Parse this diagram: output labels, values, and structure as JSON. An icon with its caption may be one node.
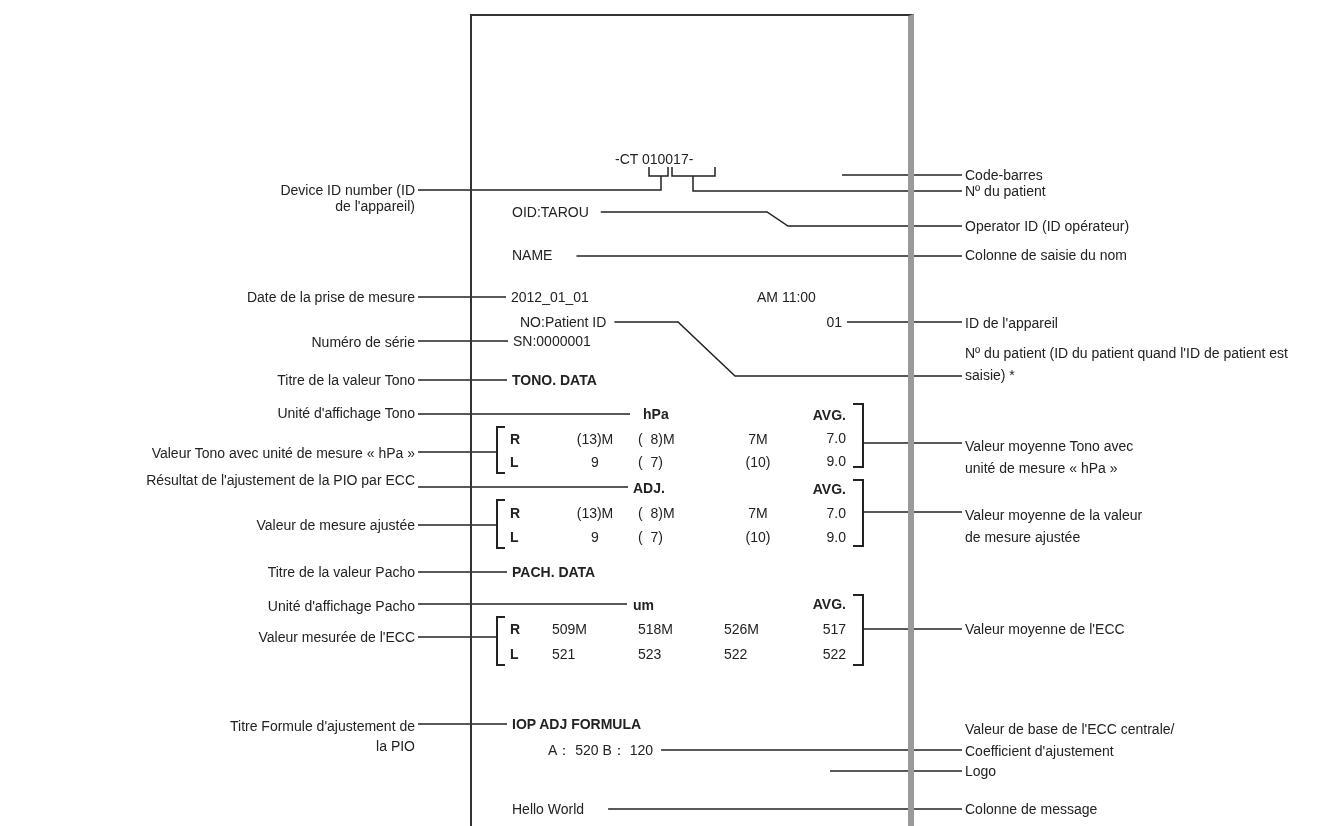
{
  "diagram": {
    "nodes": [
      {
        "text": [],
        "shape": "box"
      },
      {
        "text": [
          "-CT 010017-"
        ],
        "in": 0
      },
      {
        "text": [
          "OID:TAROU"
        ],
        "in": 0
      },
      {
        "text": [
          "NAME"
        ],
        "in": 0
      },
      {
        "text": [
          "2012_01_01"
        ],
        "in": 0
      },
      {
        "text": [
          "NO:Patient ID"
        ],
        "in": 0
      },
      {
        "text": [
          "01"
        ],
        "in": 0
      },
      {
        "text": [
          "SN:0000001"
        ],
        "in": 0
      },
      {
        "text": [
          "TONO. DATA"
        ],
        "in": 0
      },
      {
        "text": [
          "hPa"
        ],
        "in": 0
      },
      {
        "text": [
          "R",
          "(13)M",
          "(  8)M",
          "7M",
          "L",
          "9",
          "(  7)",
          "(10)"
        ],
        "in": 0
      },
      {
        "text": [
          "AVG.",
          "7.0",
          "9.0"
        ],
        "in": 0
      },
      {
        "text": [
          "ADJ."
        ],
        "in": 0
      },
      {
        "text": [
          "R",
          "(13)M",
          "(  8)M",
          "7M",
          "L",
          "9",
          "(  7)",
          "(10)"
        ],
        "in": 0
      },
      {
        "text": [
          "AVG.",
          "7.0",
          "9.0"
        ],
        "in": 0
      },
      {
        "text": [
          "PACH. DATA"
        ],
        "in": 0
      },
      {
        "text": [
          "um"
        ],
        "in": 0
      },
      {
        "text": [
          "R",
          "509M",
          "518M",
          "526M",
          "L",
          "521",
          "523",
          "522"
        ],
        "in": 0
      },
      {
        "text": [
          "AVG.",
          "517",
          "522"
        ],
        "in": 0
      },
      {
        "text": [
          "IOP ADJ FORMULA"
        ],
        "in": 0
      },
      {
        "text": [
          "A： 520 B： 120"
        ],
        "in": 0
      },
      {
        "text": [
          "Hello World"
        ],
        "in": 0
      },
      {
        "text": [
          "Code-barres"
        ]
      },
      {
        "text": [
          "Device ID number (ID de l'appareil)"
        ]
      },
      {
        "text": [
          "Nº du patient"
        ]
      },
      {
        "text": [
          "Operator ID (ID opérateur)"
        ]
      },
      {
        "text": [
          "Colonne de saisie du nom"
        ]
      },
      {
        "text": [
          "Date de la prise de mesure"
        ]
      },
      {
        "text": [
          "ID de l'appareil"
        ]
      },
      {
        "text": [
          "Numéro de série"
        ]
      },
      {
        "text": [
          "Nº du patient (ID du patient quand l'ID de patient est saisie) *"
        ]
      },
      {
        "text": [
          "Titre de la valeur Tono"
        ]
      },
      {
        "text": [
          "Unité d'affichage Tono"
        ]
      },
      {
        "text": [
          "Valeur Tono avec unité de mesure « hPa »"
        ]
      },
      {
        "text": [
          "Valeur moyenne Tono avec unité de mesure « hPa »"
        ]
      },
      {
        "text": [
          "Résultat de l'ajustement de la PIO par ECC"
        ]
      },
      {
        "text": [
          "Valeur de mesure ajustée"
        ]
      },
      {
        "text": [
          "Valeur moyenne de la valeur de mesure ajustée"
        ]
      },
      {
        "text": [
          "Titre de la valeur Pacho"
        ]
      },
      {
        "text": [
          "Unité d'affichage Pacho"
        ]
      },
      {
        "text": [
          "Valeur mesurée de l'ECC"
        ]
      },
      {
        "text": [
          "Valeur moyenne de l'ECC"
        ]
      },
      {
        "text": [
          "Titre Formule d'ajustement de la PIO"
        ]
      },
      {
        "text": [
          "Valeur de base de l'ECC centrale/ Coefficient d'ajustement"
        ]
      },
      {
        "text": [
          "Logo"
        ]
      },
      {
        "text": [
          "Colonne de message"
        ]
      }
    ],
    "edges": [
      {
        "from": 22,
        "to": null,
        "arrow": "none"
      },
      {
        "from": 23,
        "to": 1,
        "arrow": "none"
      },
      {
        "from": 24,
        "to": 1,
        "arrow": "none"
      },
      {
        "from": 25,
        "to": 2,
        "arrow": "none"
      },
      {
        "from": 26,
        "to": 3,
        "arrow": "none"
      },
      {
        "from": 27,
        "to": 4,
        "arrow": "none"
      },
      {
        "from": 28,
        "to": 6,
        "arrow": "none"
      },
      {
        "from": 29,
        "to": 7,
        "arrow": "none"
      },
      {
        "from": 30,
        "to": 5,
        "arrow": "none"
      },
      {
        "from": 31,
        "to": 8,
        "arrow": "none"
      },
      {
        "from": 32,
        "to": 9,
        "arrow": "none"
      },
      {
        "from": 33,
        "to": 10,
        "arrow": "none"
      },
      {
        "from": 34,
        "to": 11,
        "arrow": "none"
      },
      {
        "from": 35,
        "to": 12,
        "arrow": "none"
      },
      {
        "from": 36,
        "to": 13,
        "arrow": "none"
      },
      {
        "from": 37,
        "to": 14,
        "arrow": "none"
      },
      {
        "from": 38,
        "to": 15,
        "arrow": "none"
      },
      {
        "from": 39,
        "to": 16,
        "arrow": "none"
      },
      {
        "from": 40,
        "to": 17,
        "arrow": "none"
      },
      {
        "from": 41,
        "to": 18,
        "arrow": "none"
      },
      {
        "from": 42,
        "to": 19,
        "arrow": "none"
      },
      {
        "from": 43,
        "to": 20,
        "arrow": "none"
      },
      {
        "from": 44,
        "to": null,
        "arrow": "none"
      },
      {
        "from": 45,
        "to": 21,
        "arrow": "none"
      }
    ],
    "labels": [
      "AM 11:00"
    ]
  }
}
